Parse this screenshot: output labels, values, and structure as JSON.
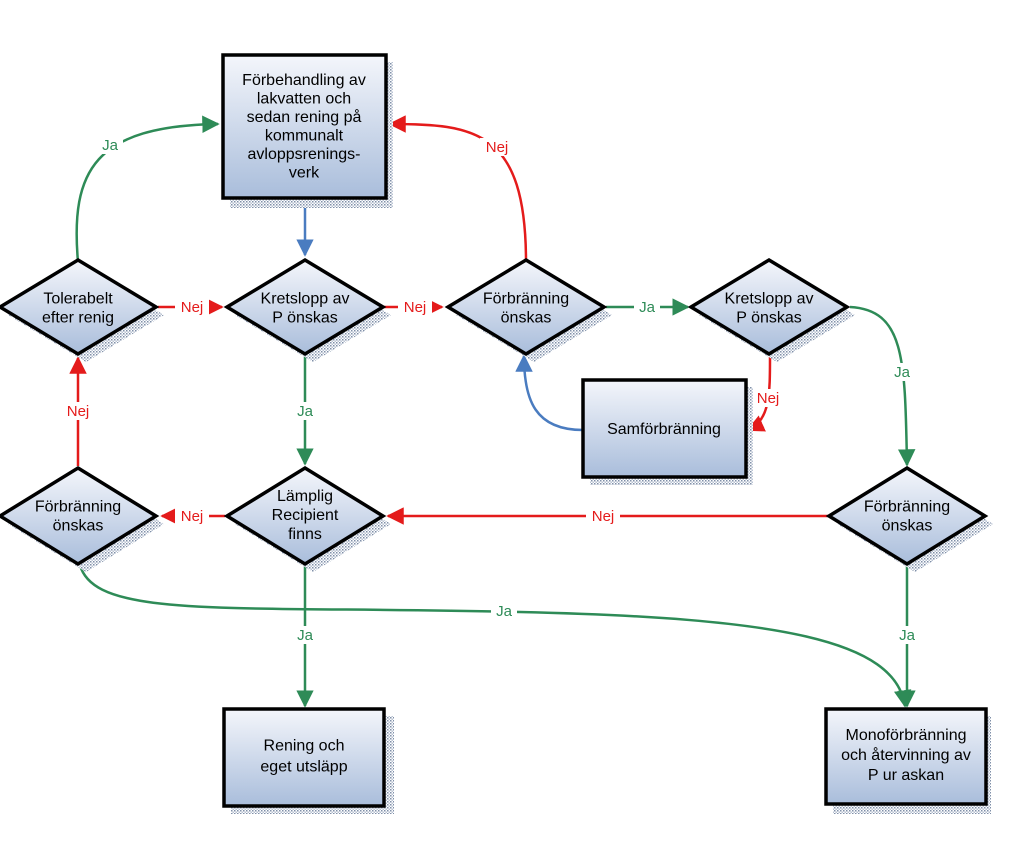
{
  "colors": {
    "node_fill_top": "#f4f6fb",
    "node_fill_bottom": "#a9bddb",
    "node_stroke": "#000000",
    "ja": "#2e8b57",
    "nej": "#e41b1b",
    "neutral": "#4a7cc0"
  },
  "nodes": {
    "pretreatment": {
      "lines": [
        "Förbehandling av",
        "lakvatten och",
        "sedan rening på",
        "kommunalt",
        "avloppsrenings-",
        "verk"
      ]
    },
    "tolerable": {
      "lines": [
        "Tolerabelt",
        "efter renig"
      ]
    },
    "recycle_p_1": {
      "lines": [
        "Kretslopp av",
        "P önskas"
      ]
    },
    "incineration_1": {
      "lines": [
        "Förbränning",
        "önskas"
      ]
    },
    "recycle_p_2": {
      "lines": [
        "Kretslopp av",
        "P önskas"
      ]
    },
    "co_incineration": {
      "lines": [
        "Samförbränning"
      ]
    },
    "incineration_left": {
      "lines": [
        "Förbränning",
        "önskas"
      ]
    },
    "suitable_recipient": {
      "lines": [
        "Lämplig",
        "Recipient",
        "finns"
      ]
    },
    "incineration_right": {
      "lines": [
        "Förbränning",
        "önskas"
      ]
    },
    "own_discharge": {
      "lines": [
        "Rening och",
        "eget utsläpp"
      ]
    },
    "mono_incineration": {
      "lines": [
        "Monoförbränning",
        "och återvinning av",
        "P ur askan"
      ]
    }
  },
  "edge_labels": {
    "yes": "Ja",
    "no": "Nej"
  }
}
